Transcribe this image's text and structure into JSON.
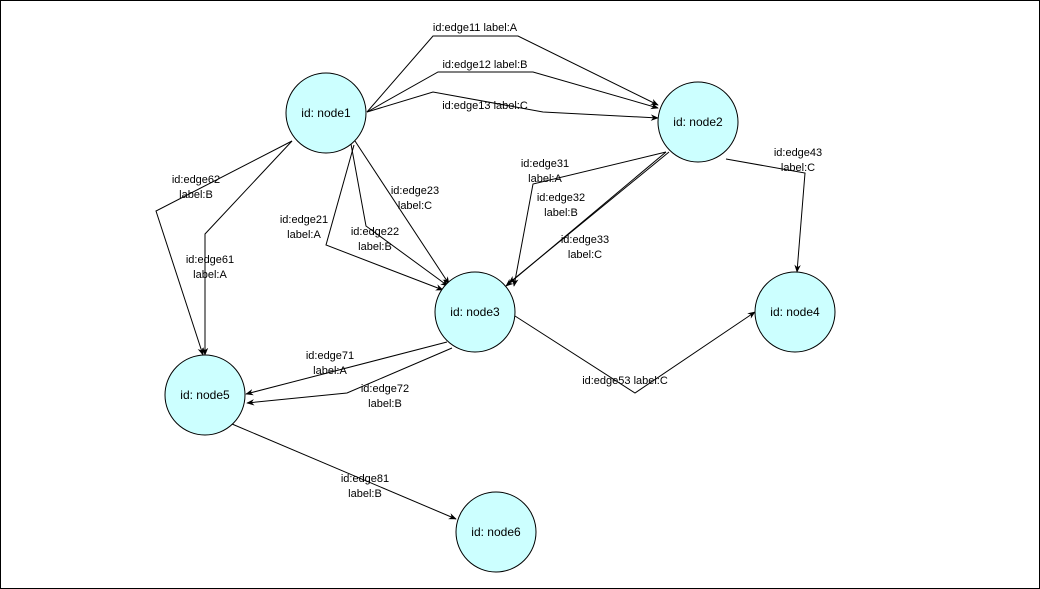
{
  "nodes": [
    {
      "id": "node1",
      "label": "id: node1"
    },
    {
      "id": "node2",
      "label": "id: node2"
    },
    {
      "id": "node3",
      "label": "id: node3"
    },
    {
      "id": "node4",
      "label": "id: node4"
    },
    {
      "id": "node5",
      "label": "id: node5"
    },
    {
      "id": "node6",
      "label": "id: node6"
    }
  ],
  "edges": [
    {
      "id": "edge11",
      "source": "node1",
      "target": "node2",
      "label": [
        "id:edge11 label:A"
      ]
    },
    {
      "id": "edge12",
      "source": "node1",
      "target": "node2",
      "label": [
        "id:edge12 label:B"
      ]
    },
    {
      "id": "edge13",
      "source": "node1",
      "target": "node2",
      "label": [
        "id:edge13 label:C"
      ]
    },
    {
      "id": "edge21",
      "source": "node1",
      "target": "node3",
      "label": [
        "id:edge21",
        "label:A"
      ]
    },
    {
      "id": "edge22",
      "source": "node1",
      "target": "node3",
      "label": [
        "id:edge22",
        "label:B"
      ]
    },
    {
      "id": "edge23",
      "source": "node1",
      "target": "node3",
      "label": [
        "id:edge23",
        "label:C"
      ]
    },
    {
      "id": "edge31",
      "source": "node2",
      "target": "node3",
      "label": [
        "id:edge31",
        "label:A"
      ]
    },
    {
      "id": "edge32",
      "source": "node2",
      "target": "node3",
      "label": [
        "id:edge32",
        "label:B"
      ]
    },
    {
      "id": "edge33",
      "source": "node2",
      "target": "node3",
      "label": [
        "id:edge33",
        "label:C"
      ]
    },
    {
      "id": "edge43",
      "source": "node2",
      "target": "node4",
      "label": [
        "id:edge43",
        "label:C"
      ]
    },
    {
      "id": "edge53",
      "source": "node3",
      "target": "node4",
      "label": [
        "id:edge53 label:C"
      ]
    },
    {
      "id": "edge61",
      "source": "node1",
      "target": "node5",
      "label": [
        "id:edge61",
        "label:A"
      ]
    },
    {
      "id": "edge62",
      "source": "node1",
      "target": "node5",
      "label": [
        "id:edge62",
        "label:B"
      ]
    },
    {
      "id": "edge71",
      "source": "node3",
      "target": "node5",
      "label": [
        "id:edge71",
        "label:A"
      ]
    },
    {
      "id": "edge72",
      "source": "node3",
      "target": "node5",
      "label": [
        "id:edge72",
        "label:B"
      ]
    },
    {
      "id": "edge81",
      "source": "node5",
      "target": "node6",
      "label": [
        "id:edge81",
        "label:B"
      ]
    }
  ]
}
